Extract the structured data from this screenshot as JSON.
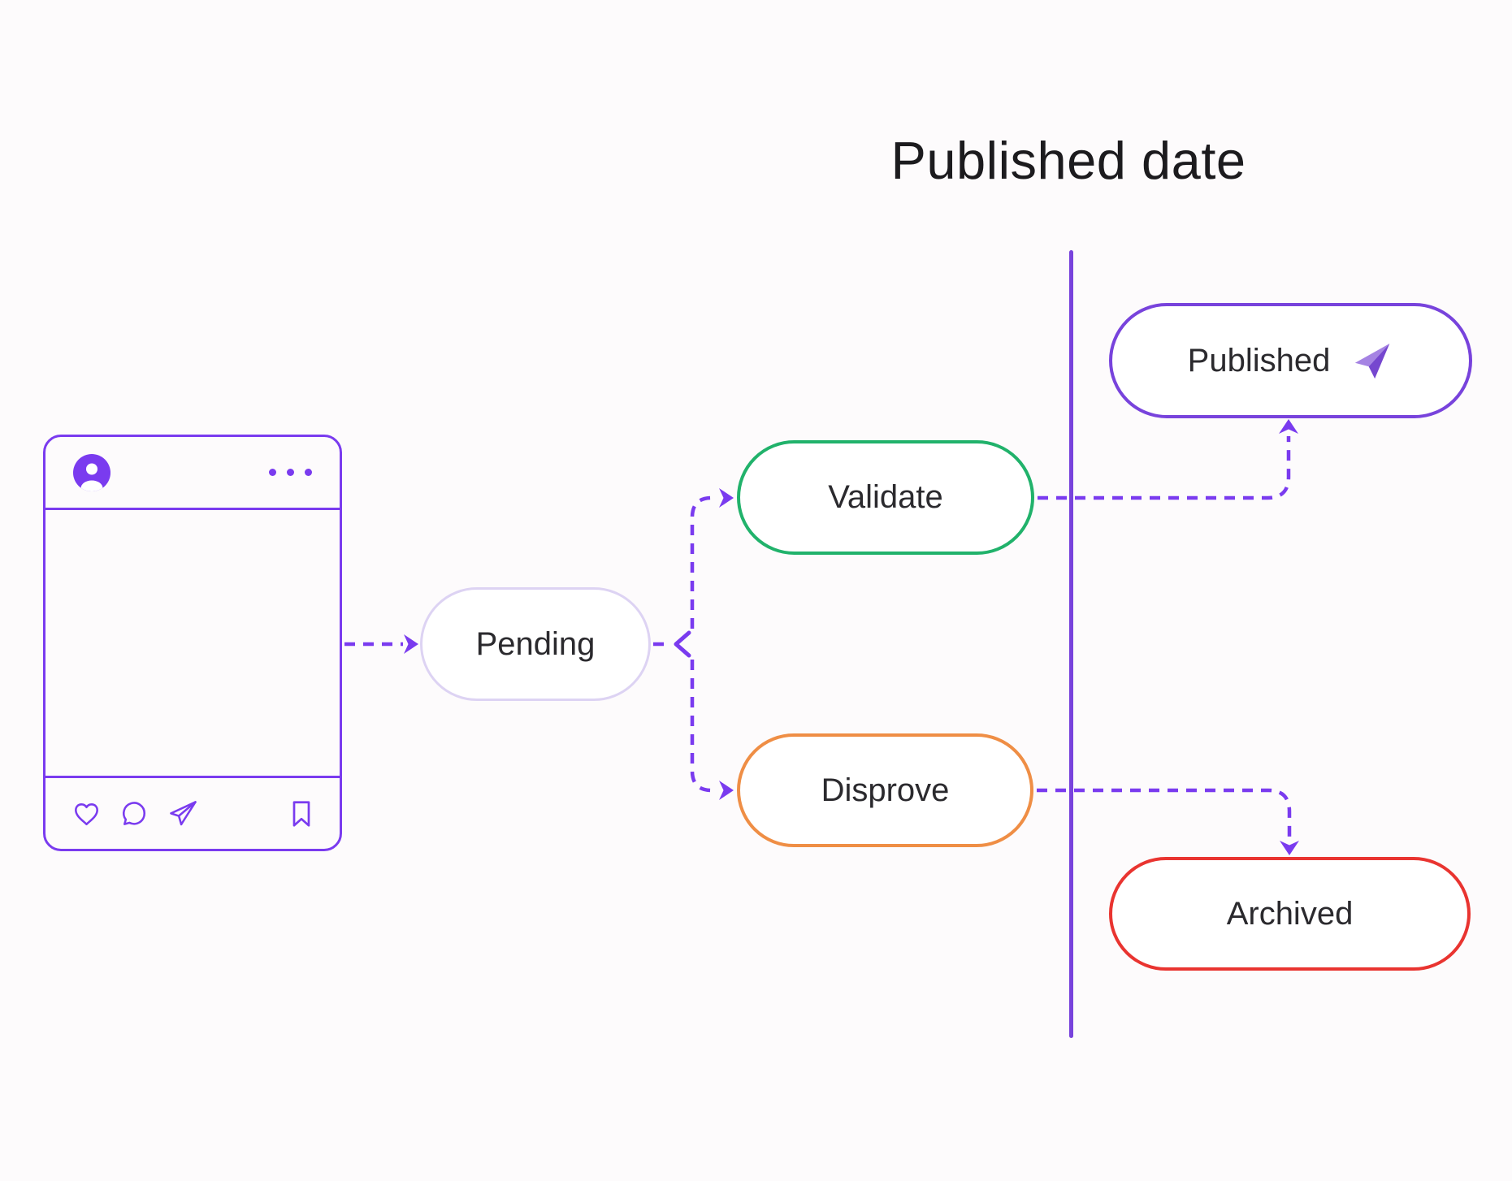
{
  "title": "Published date",
  "palette": {
    "purple": "#7a3bef",
    "deep_purple": "#7843dc",
    "green": "#21b26b",
    "orange": "#ef8e45",
    "red": "#e93430",
    "lavender": "#ddd3f3",
    "node_text": "#2b2a2e",
    "background": "#fdfbfc"
  },
  "post_card": {
    "header_icons": [
      "user-avatar",
      "more-options"
    ],
    "footer_icons": [
      "like",
      "comment",
      "send",
      "bookmark"
    ]
  },
  "flow": {
    "pending": "Pending",
    "validate": "Validate",
    "disprove": "Disprove",
    "published": "Published",
    "archived": "Archived"
  }
}
